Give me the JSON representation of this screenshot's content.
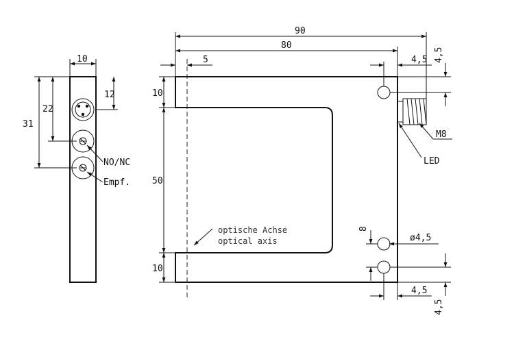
{
  "side_view": {
    "width": "10",
    "height_total": "31",
    "height_mid": "22",
    "height_top": "12",
    "label_no_nc": "NO/NC",
    "label_empf": "Empf."
  },
  "front_view": {
    "width_total": "90",
    "width_inner": "80",
    "axis_offset": "5",
    "hole_offset_top": "4,5",
    "hole_offset_side": "4,5",
    "arm_top": "10",
    "slot": "50",
    "arm_bottom": "10",
    "hole_spacing": "8",
    "hole_offset_bottom_side": "4,5",
    "hole_offset_bottom": "4,5",
    "hole_diameter": "ø4,5",
    "thread": "M8",
    "led": "LED",
    "axis_label_de": "optische Achse",
    "axis_label_en": "optical axis"
  }
}
